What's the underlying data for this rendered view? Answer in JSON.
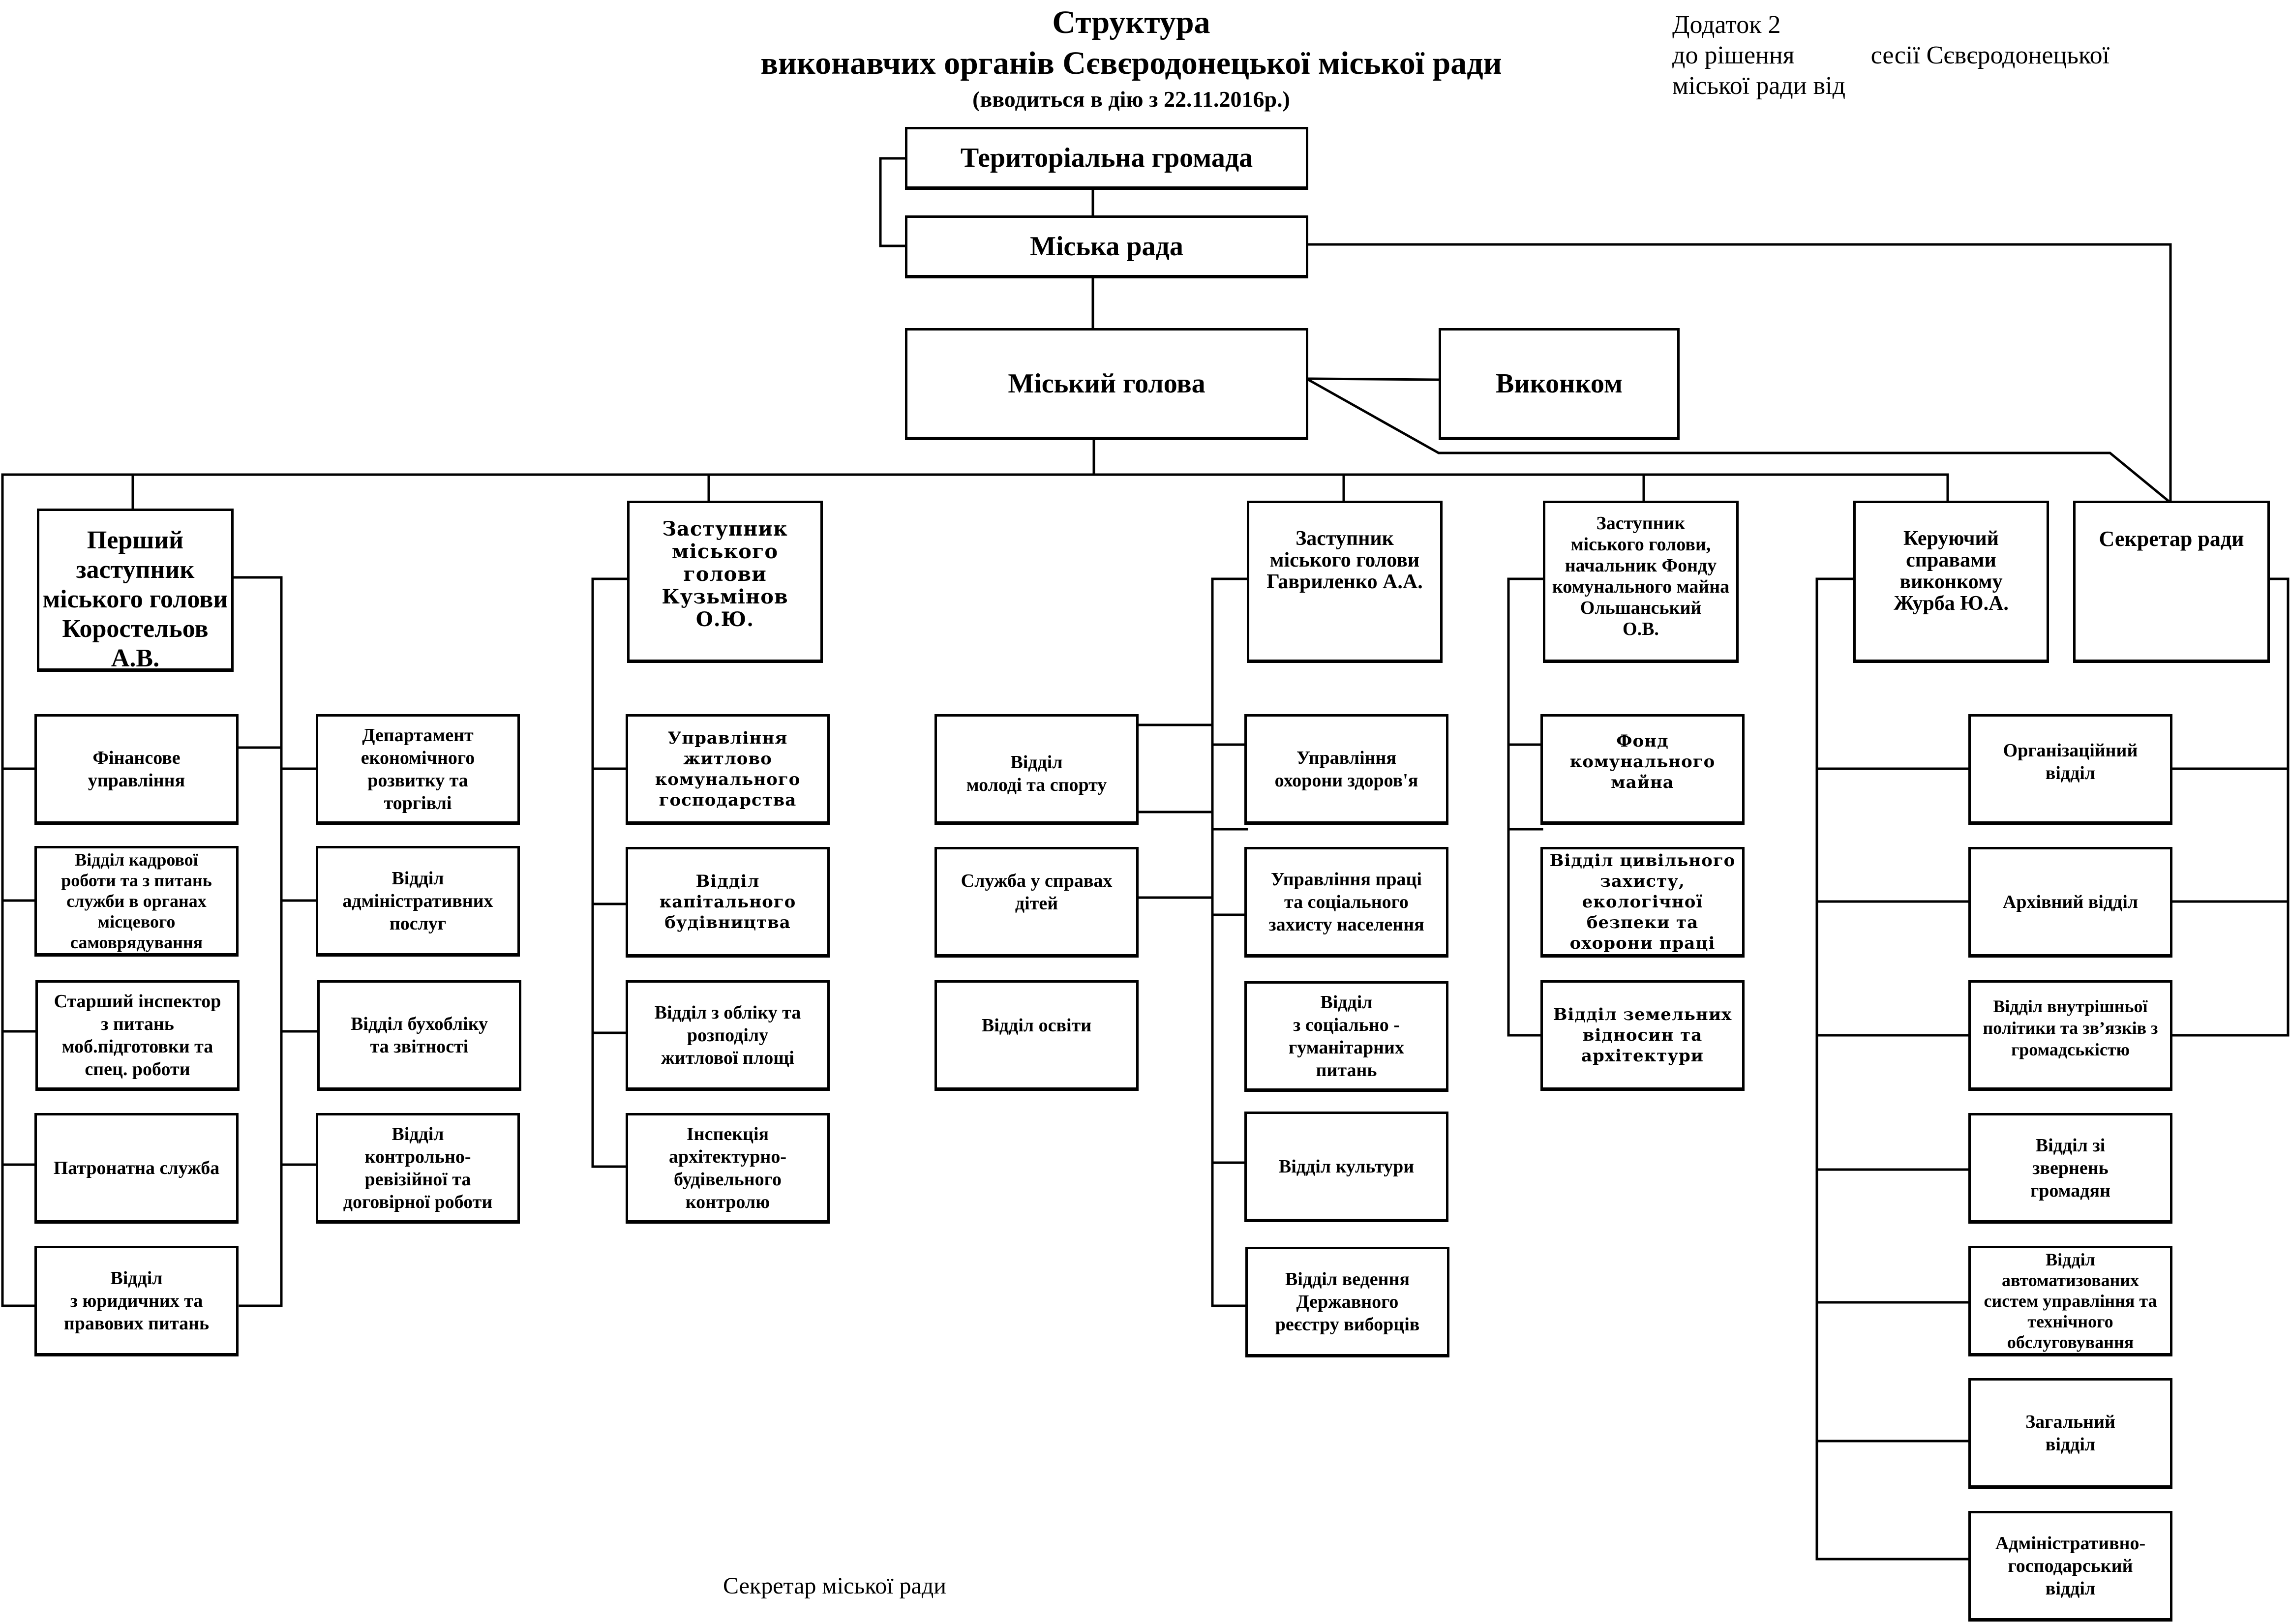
{
  "header": {
    "title_line1": "Структура",
    "title_line2": "виконавчих органів Сєвєродонецької міської ради",
    "title_line3": "(вводиться в дію з 22.11.2016р.)"
  },
  "annex": {
    "line1": "Додаток 2",
    "line2_a": "до рішення",
    "line2_b": "сесії Сєвєродонецької",
    "line3": "міської ради  від"
  },
  "top": {
    "community": "Територіальна громада",
    "council": "Міська рада",
    "mayor": "Міський голова",
    "executive_committee": "Виконком"
  },
  "heads": {
    "first_deputy": "Перший\nзаступник\nміського голови\nКоростельов А.В.",
    "deputy_kuzminov": "Заступник\nміського голови\nКузьмінов О.Ю.",
    "deputy_gavrylenko": "Заступник\nміського голови\nГавриленко А.А.",
    "deputy_olshanskyi": "Заступник\nміського голови,\nначальник  Фонду\nкомунального майна\nОльшанський\nО.В.",
    "chief_of_staff": "Керуючий\nсправами\nвиконкому\nЖурба Ю.А.",
    "council_secretary": "Секретар ради"
  },
  "first_deputy_left": [
    "Фінансове\nуправління",
    "Відділ кадрової\nроботи та з питань\nслужби в органах\nмісцевого\nсамоврядування",
    "Старший інспектор\nз питань\nмоб.підготовки та\nспец. роботи",
    "Патронатна служба",
    "Відділ\nз юридичних та\nправових питань"
  ],
  "first_deputy_right": [
    "Департамент\nекономічного\nрозвитку та\nторгівлі",
    "Відділ\nадміністративних\nпослуг",
    "Відділ бухобліку\nта звітності",
    "Відділ\nконтрольно-\nревізійної та\nдоговірної роботи"
  ],
  "kuzminov_units": [
    "Управління\nжитлово\nкомунального\nгосподарства",
    "Відділ\nкапітального\nбудівництва",
    "Відділ з обліку та\nрозподілу\nжитлової площі",
    "Інспекція\nархітектурно-\nбудівельного\nконтролю"
  ],
  "gavrylenko_left": [
    "Відділ\nмолоді  та спорту",
    "Служба у справах\nдітей",
    "Відділ освіти"
  ],
  "gavrylenko_right": [
    "Управління\nохорони здоров'я",
    "Управління праці\nта соціального\nзахисту населення",
    "Відділ\nз соціально -\nгуманітарних\nпитань",
    "Відділ культури",
    "Відділ ведення\nДержавного\nреєстру виборців"
  ],
  "olshanskyi_units": [
    "Фонд\nкомунального\nмайна",
    "Відділ цивільного\nзахисту, екологічної\nбезпеки та\nохорони праці",
    "Відділ земельних\nвідносин та\nархітектури"
  ],
  "chief_of_staff_units": [
    "Організаційний\nвідділ",
    "Архівний відділ",
    "Відділ внутрішньої\nполітики та зв’язків з\nгромадськістю",
    "Відділ зі\nзвернень\nгромадян",
    "Відділ\nавтоматизованих\nсистем управління та\nтехнічного\nобслуговування",
    "Загальний\nвідділ",
    "Адміністративно-\nгосподарський\nвідділ"
  ],
  "footer": {
    "signature": "Секретар міської ради"
  }
}
